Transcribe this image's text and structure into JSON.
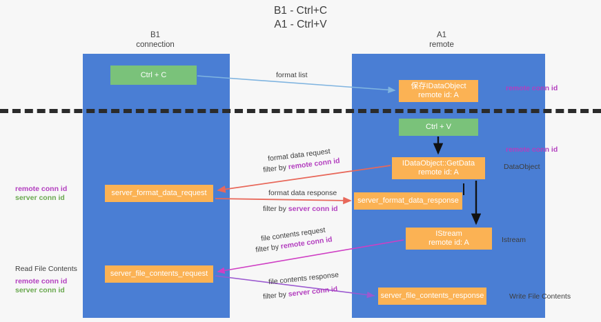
{
  "title": {
    "line1": "B1 - Ctrl+C",
    "line2": "A1 - Ctrl+V"
  },
  "lanes": [
    {
      "id": "b1",
      "name": "B1",
      "role": "connection",
      "color": "#4a7ed4"
    },
    {
      "id": "a1",
      "name": "A1",
      "role": "remote",
      "color": "#4a7ed4"
    }
  ],
  "nodes": {
    "ctrl_c": {
      "label": "Ctrl + C",
      "color": "#7ac27a"
    },
    "save_dataobject": {
      "line1": "保存IDataObject",
      "line2": "remote id: A",
      "color": "#fbb254"
    },
    "ctrl_v": {
      "label": "Ctrl + V",
      "color": "#7ac27a"
    },
    "getdata": {
      "line1": "IDataObject::GetData",
      "line2": "remote id: A",
      "color": "#fbb254"
    },
    "server_format_data_request": {
      "label": "server_format_data_request",
      "color": "#fbb254"
    },
    "server_format_data_response": {
      "label": "server_format_data_response",
      "color": "#fbb254"
    },
    "istream": {
      "line1": "IStream",
      "line2": "remote id: A",
      "color": "#fbb254"
    },
    "server_file_contents_request": {
      "label": "server_file_contents_request",
      "color": "#fbb254"
    },
    "server_file_contents_response": {
      "label": "server_file_contents_response",
      "color": "#fbb254"
    }
  },
  "edge_labels": {
    "format_list": "format list",
    "format_data_request": "format data request",
    "filter_by_prefix": "filter by ",
    "remote_conn_id": "remote conn id",
    "server_conn_id": "server conn id",
    "format_data_response": "format data response",
    "file_contents_request": "file contents request",
    "file_contents_response": "file contents response"
  },
  "side_labels": {
    "remote_conn_id_top": "remote conn id",
    "remote_conn_id_mid": "remote conn id",
    "dataobject": "DataObject",
    "istream": "Istream",
    "write_file_contents": "Write File Contents",
    "read_file_contents": "Read File Contents",
    "left_remote_conn_id_a": "remote conn id",
    "left_server_conn_id_a": "server conn id",
    "left_remote_conn_id_b": "remote conn id",
    "left_server_conn_id_b": "server conn id"
  },
  "colors": {
    "lane": "#4a7ed4",
    "green_node": "#7ac27a",
    "orange_node": "#fbb254",
    "purple_text": "#b33fbf",
    "green_text": "#6aa84f",
    "divider": "#2b2b2b",
    "arrow_blue": "#7fb4e0",
    "arrow_red": "#e8685a",
    "arrow_black": "#111111",
    "arrow_magenta": "#cf3fc4",
    "arrow_violet": "#9b59d0"
  }
}
